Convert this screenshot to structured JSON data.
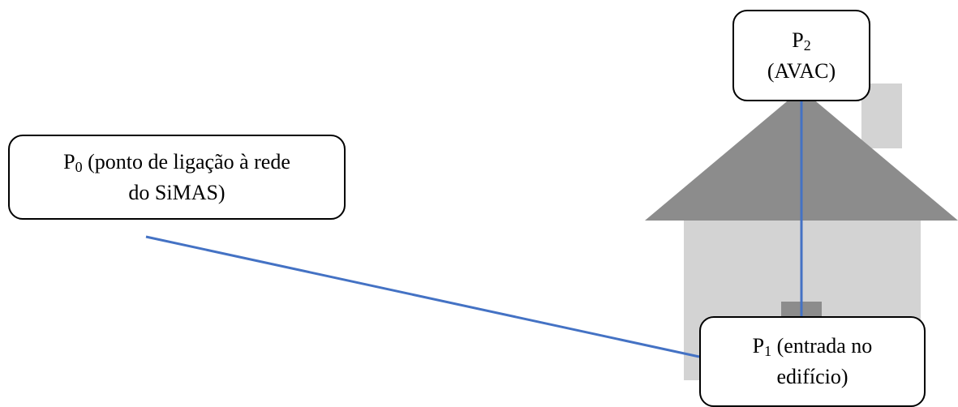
{
  "colors": {
    "connection_line": "#4472C4",
    "house_roof": "#8C8C8C",
    "house_wall": "#D3D3D3",
    "house_chimney": "#D3D3D3",
    "house_door": "#8C8C8C",
    "box_border": "#000000"
  },
  "p0": {
    "symbol": "P",
    "index": "0",
    "text_line1": " (ponto de ligação à rede",
    "text_line2": "do SiMAS)"
  },
  "p1": {
    "symbol": "P",
    "index": "1",
    "text_line1": " (entrada no",
    "text_line2": "edifício)"
  },
  "p2": {
    "symbol": "P",
    "index": "2",
    "text_line2": "(AVAC)"
  }
}
